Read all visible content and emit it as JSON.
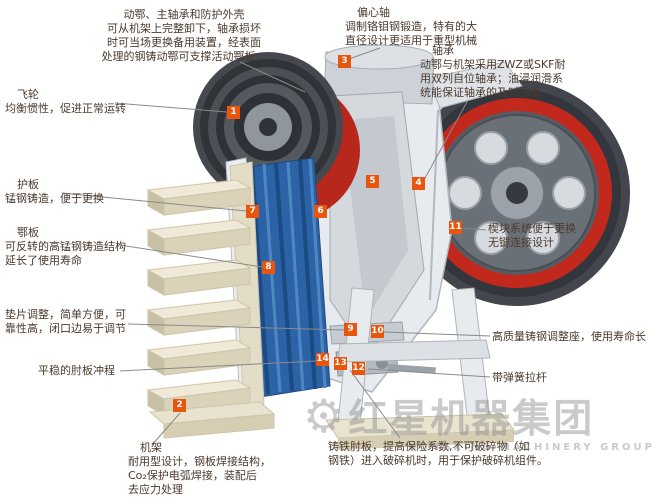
{
  "colors": {
    "marker_orange": "#e9550d",
    "text_color": "#4a392c",
    "accent_red": "#c2291c",
    "jaw_blue": "#2b63a6",
    "stand_cream": "#efe8d6",
    "line_gray": "#8a8a8a"
  },
  "annotations": {
    "movable_jaw": {
      "lines": [
        "动鄂、主轴承和防护外壳",
        "可从机架上完整卸下，轴承损坏",
        "时可当场更换备用装置，经表面",
        "处理的钢铸动鄂可支撑活动鄂板。"
      ]
    },
    "eccentric_shaft": {
      "lines": [
        "偏心轴",
        "调制铬钼钢锻造，特有的大",
        "直径设计更适用于重型机械"
      ]
    },
    "bearing": {
      "lines": [
        "轴承",
        "动鄂与机架采用ZWZ或SKF耐",
        "用双列自位轴承；油浸润滑系",
        "统能保证轴承的及时润滑"
      ]
    },
    "flywheel": {
      "lines": [
        "飞轮",
        "均衡惯性，促进正常运转"
      ]
    },
    "guard_plate": {
      "lines": [
        "护板",
        "锰钢铸造，便于更换"
      ]
    },
    "jaw_plate": {
      "lines": [
        "鄂板",
        "可反转的高锰钢铸造结构",
        "延长了使用寿命"
      ]
    },
    "shim_adjust": {
      "lines": [
        "垫片调整，简单方便，可",
        "靠性高，闭口边易于调节"
      ]
    },
    "toggle_stroke": {
      "lines": [
        "平稳的肘板冲程"
      ]
    },
    "frame": {
      "lines": [
        "机架",
        "耐用型设计，钢板焊接结构，",
        "Co₂保护电弧焊接，装配后",
        "去应力处理"
      ]
    },
    "wedge": {
      "lines": [
        "楔块系统便于更换",
        "无键连接设计"
      ]
    },
    "adjust_seat": {
      "lines": [
        "高质量铸钢调整座，使用寿命长"
      ]
    },
    "tension_rod": {
      "lines": [
        "带弹簧拉杆"
      ]
    },
    "toggle_plate": {
      "lines": [
        "铸铁肘板，提高保险系数,不可破碎物（如",
        "钢铁）进入破碎机时，用于保护破碎机组件。"
      ]
    }
  },
  "markers": [
    {
      "n": "1"
    },
    {
      "n": "2"
    },
    {
      "n": "3"
    },
    {
      "n": "4"
    },
    {
      "n": "5"
    },
    {
      "n": "6"
    },
    {
      "n": "7"
    },
    {
      "n": "8"
    },
    {
      "n": "9"
    },
    {
      "n": "10"
    },
    {
      "n": "11"
    },
    {
      "n": "12"
    },
    {
      "n": "13"
    },
    {
      "n": "14"
    }
  ],
  "watermark": {
    "cn": "红星机器集团",
    "en": "HONGXING MACHINERY GROUP"
  }
}
